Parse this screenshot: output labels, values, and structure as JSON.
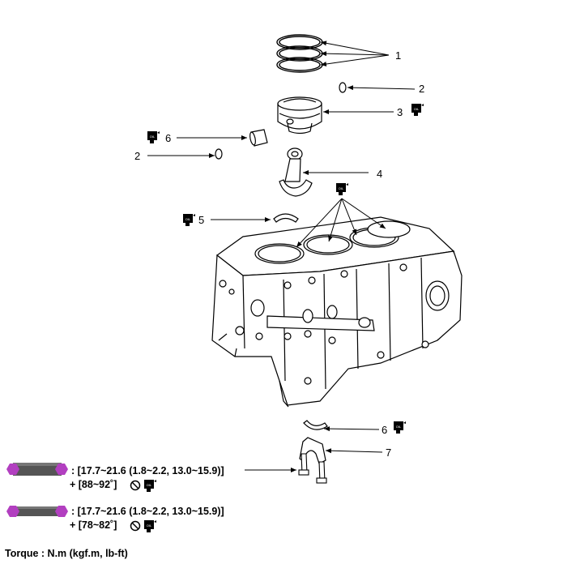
{
  "callouts": {
    "c1": "1",
    "c2a": "2",
    "c2b": "2",
    "c3": "3",
    "c4": "4",
    "c5": "5",
    "c6a": "6",
    "c6b": "6",
    "c7": "7"
  },
  "torque_specs": [
    {
      "line1": ": [17.7~21.6 (1.8~2.2, 13.0~15.9)]",
      "line2": "+ [88~92˚]"
    },
    {
      "line1": ": [17.7~21.6 (1.8~2.2, 13.0~15.9)]",
      "line2": "+ [78~82˚]"
    }
  ],
  "torque_note": "Torque : N.m (kgf.m, lb-ft)",
  "icons": {
    "oil": "engine-oil-icon",
    "no_reuse": "do-not-reuse-icon",
    "bolt": "bolt-icon"
  },
  "colors": {
    "bolt_body": "#555555",
    "bolt_head": "#b23fc0",
    "line": "#000000"
  }
}
